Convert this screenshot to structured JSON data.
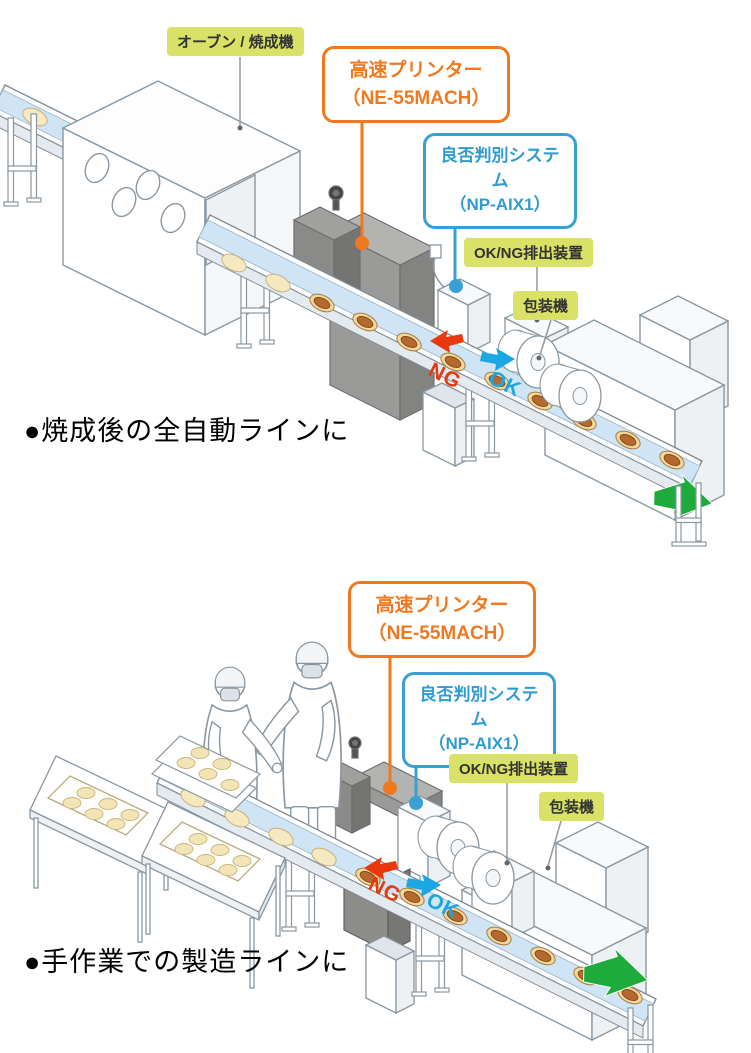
{
  "colors": {
    "accent_orange": "#f0791f",
    "accent_blue": "#3aa0d4",
    "label_green_bg": "#d9e266",
    "label_text": "#333333",
    "ng_red": "#e8380d",
    "ok_blue": "#1ba7e3",
    "flow_arrow_green": "#1fab3c",
    "belt_blue": "#cfe4f4",
    "machine_gray": "#9a9a98",
    "outline_gray": "#8a97a1"
  },
  "icons": {
    "flow_arrow": "green-flow-arrow",
    "leader_dot": "connector-dot"
  },
  "scene1": {
    "caption": "●焼成後の全自動ラインに",
    "labels": {
      "oven": "オーブン / 焼成機",
      "printer_line1": "高速プリンター",
      "printer_line2": "（NE-55MACH）",
      "judge_line1": "良否判別システム",
      "judge_line2": "（NP-AIX1）",
      "eject": "OK/NG排出装置",
      "packer": "包装機",
      "ng": "NG",
      "ok": "OK"
    }
  },
  "scene2": {
    "caption": "●手作業での製造ラインに",
    "labels": {
      "printer_line1": "高速プリンター",
      "printer_line2": "（NE-55MACH）",
      "judge_line1": "良否判別システム",
      "judge_line2": "（NP-AIX1）",
      "eject": "OK/NG排出装置",
      "packer": "包装機",
      "ng": "NG",
      "ok": "OK"
    }
  }
}
